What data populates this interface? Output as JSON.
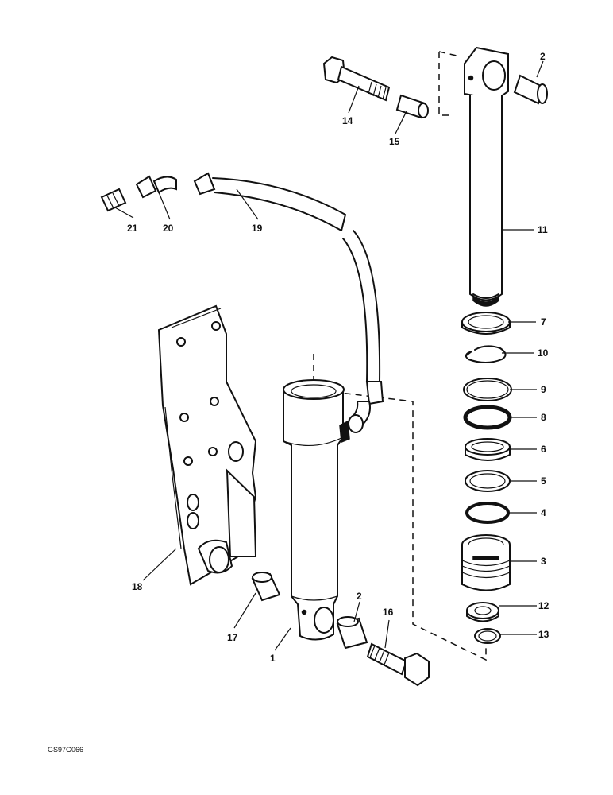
{
  "diagram": {
    "drawing_code": "GS97G066",
    "parts": [
      {
        "key": "p1",
        "label": "1"
      },
      {
        "key": "p2a",
        "label": "2"
      },
      {
        "key": "p2b",
        "label": "2"
      },
      {
        "key": "p3",
        "label": "3"
      },
      {
        "key": "p4",
        "label": "4"
      },
      {
        "key": "p5",
        "label": "5"
      },
      {
        "key": "p6",
        "label": "6"
      },
      {
        "key": "p7",
        "label": "7"
      },
      {
        "key": "p8",
        "label": "8"
      },
      {
        "key": "p9",
        "label": "9"
      },
      {
        "key": "p10",
        "label": "10"
      },
      {
        "key": "p11",
        "label": "11"
      },
      {
        "key": "p12",
        "label": "12"
      },
      {
        "key": "p13",
        "label": "13"
      },
      {
        "key": "p14",
        "label": "14"
      },
      {
        "key": "p15",
        "label": "15"
      },
      {
        "key": "p16",
        "label": "16"
      },
      {
        "key": "p17",
        "label": "17"
      },
      {
        "key": "p18",
        "label": "18"
      },
      {
        "key": "p19",
        "label": "19"
      },
      {
        "key": "p20",
        "label": "20"
      },
      {
        "key": "p21",
        "label": "21"
      }
    ]
  }
}
